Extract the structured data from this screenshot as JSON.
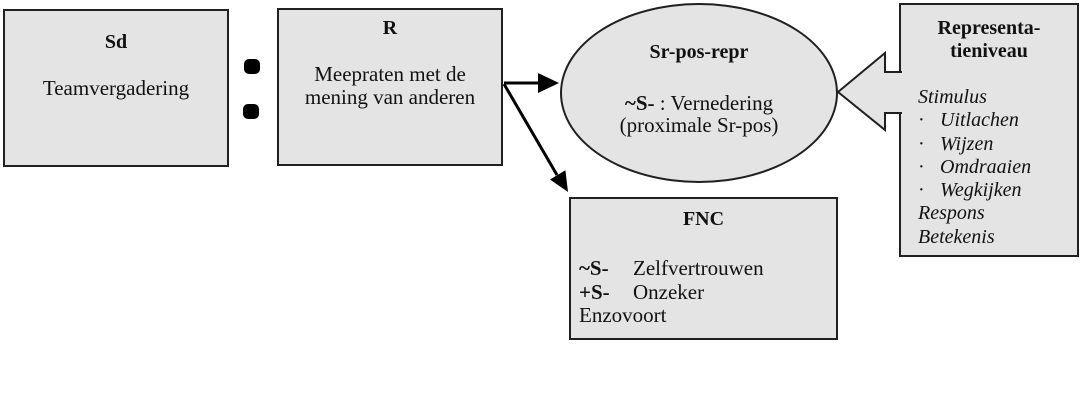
{
  "palette": {
    "background": "#ffffff",
    "box_fill": "#e4e4e4",
    "box_border": "#202020",
    "arrow_color": "#000000"
  },
  "sd_box": {
    "title": "Sd",
    "body": "Teamvergadering"
  },
  "separator": {
    "icon": "colon-dots",
    "dot_count": 2
  },
  "r_box": {
    "title": "R",
    "body_line1": "Meepraten met de",
    "body_line2": "mening van anderen"
  },
  "ellipse": {
    "title": "Sr-pos-repr",
    "value_prefix": "~S-",
    "value_rest": " : Vernedering",
    "subtitle": "(proximale Sr-pos)"
  },
  "fnc_box": {
    "title": "FNC",
    "rows": [
      {
        "prefix": "~S-",
        "label": "Zelfvertrouwen"
      },
      {
        "prefix": "+S-",
        "label": "Onzeker"
      },
      {
        "prefix": "",
        "label": "Enzovoort"
      }
    ]
  },
  "repr_box": {
    "title_line1": "Representa-",
    "title_line2": "tieniveau",
    "items": [
      {
        "bullet": "",
        "label": "Stimulus"
      },
      {
        "bullet": "·",
        "label": "Uitlachen"
      },
      {
        "bullet": "·",
        "label": "Wijzen"
      },
      {
        "bullet": "·",
        "label": "Omdraaien"
      },
      {
        "bullet": "·",
        "label": "Wegkijken"
      },
      {
        "bullet": "",
        "label": "Respons"
      },
      {
        "bullet": "",
        "label": "Betekenis"
      }
    ]
  }
}
